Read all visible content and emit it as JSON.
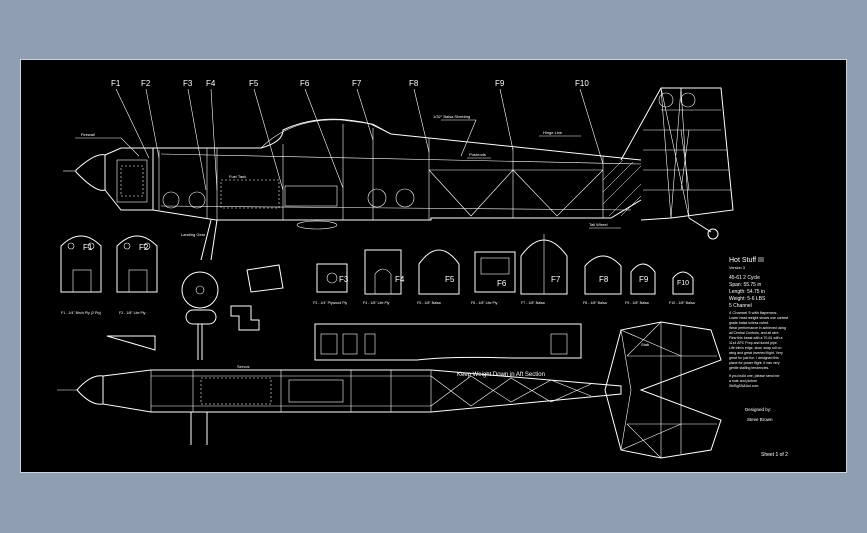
{
  "colors": {
    "background": "#8f9eb1",
    "sheet": "#000000",
    "lines": "#ffffff"
  },
  "former_labels": [
    "F1",
    "F2",
    "F3",
    "F4",
    "F5",
    "F6",
    "F7",
    "F8",
    "F9",
    "F10"
  ],
  "title_block": {
    "title": "Hot Stuff III",
    "subtitle": "Version 3",
    "specs": [
      "45-61 2 Cycle",
      "Span: 55.75 in",
      "Length: 54.75 in",
      "Weight: 5-6 LBS",
      "5 Channel"
    ],
    "notes": [
      "4 Channel 5 with flaperons.",
      "Lower head weight shows use contest",
      "grade balsa unless noted.",
      "Wear performance in achieved using",
      "all Central Controls, and all wire.",
      "Flew this beast with a 70-61 with a",
      "11x4 APC Prop and tuned pipe.",
      "Life trim's edge, slow, snap roll on",
      "wing and great inverted flight. Very",
      "great for just fun. I designed this",
      "plane for power flight. It has very",
      "gentle stalling tendencies.",
      "If you build one, please send me",
      "a note and picture",
      "StriBgSN&Aol.com"
    ],
    "designed_by_label": "Designed by:",
    "designer": "Steve Brown",
    "sheet": "Sheet 1 of 2"
  },
  "former_captions": [
    "F1 - 1/4\" Birch Ply (2 Ply)",
    "F2 - 1/8\" Lite Ply",
    "F3 - 1/4\" Plywood Ply",
    "F4 - 1/8\" Lite Ply",
    "F5 - 1/8\" Balsa",
    "F6 - 1/8\" Lite Ply",
    "F7 - 1/8\" Balsa",
    "F8 - 1/8\" Balsa",
    "F9 - 1/8\" Balsa",
    "F10 - 1/8\" Balsa"
  ],
  "top_view_note": "Keep Weight Down in Aft Section",
  "canopy_note": "1/32\" Balsa Sheeting",
  "small_labels": {
    "firewall": "Firewall",
    "landing_gear": "Landing Gear",
    "pushrod": "Pushrods",
    "tail_wheel": "Tail Wheel",
    "hinge": "Hinge Line",
    "stab": "Stab",
    "servo": "Servos",
    "fuel": "Fuel Tank"
  }
}
